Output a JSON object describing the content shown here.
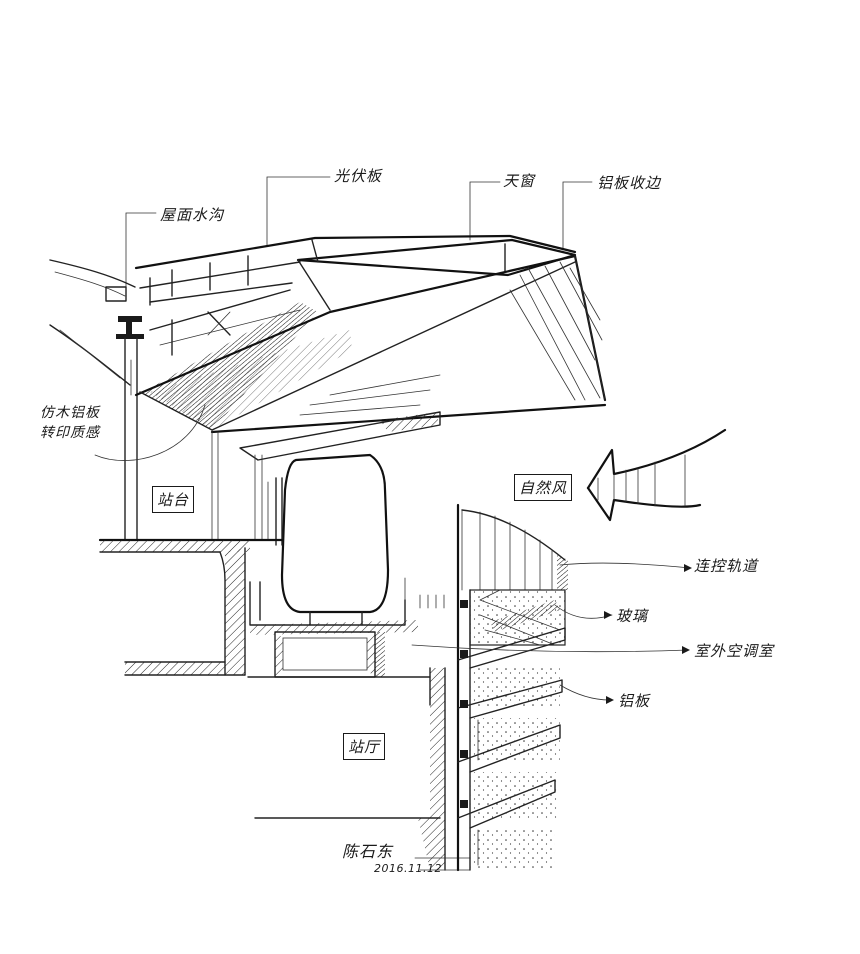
{
  "labels": {
    "gutter": "屋面水沟",
    "pv_panel": "光伏板",
    "skylight": "天窗",
    "aluminum_edge": "铝板收边",
    "ceiling": "仿木铝板\n转印质感",
    "platform": "站台",
    "natural_wind": "自然风",
    "exhaust_duct": "连控轨道",
    "glass": "玻璃",
    "outdoor_ac": "室外空调室",
    "aluminum_panel": "铝板",
    "station_hall": "站厅"
  },
  "signature": {
    "name": "陈石东",
    "date": "2016.11.12"
  },
  "colors": {
    "ink": "#1a1a1a",
    "paper": "#ffffff"
  }
}
